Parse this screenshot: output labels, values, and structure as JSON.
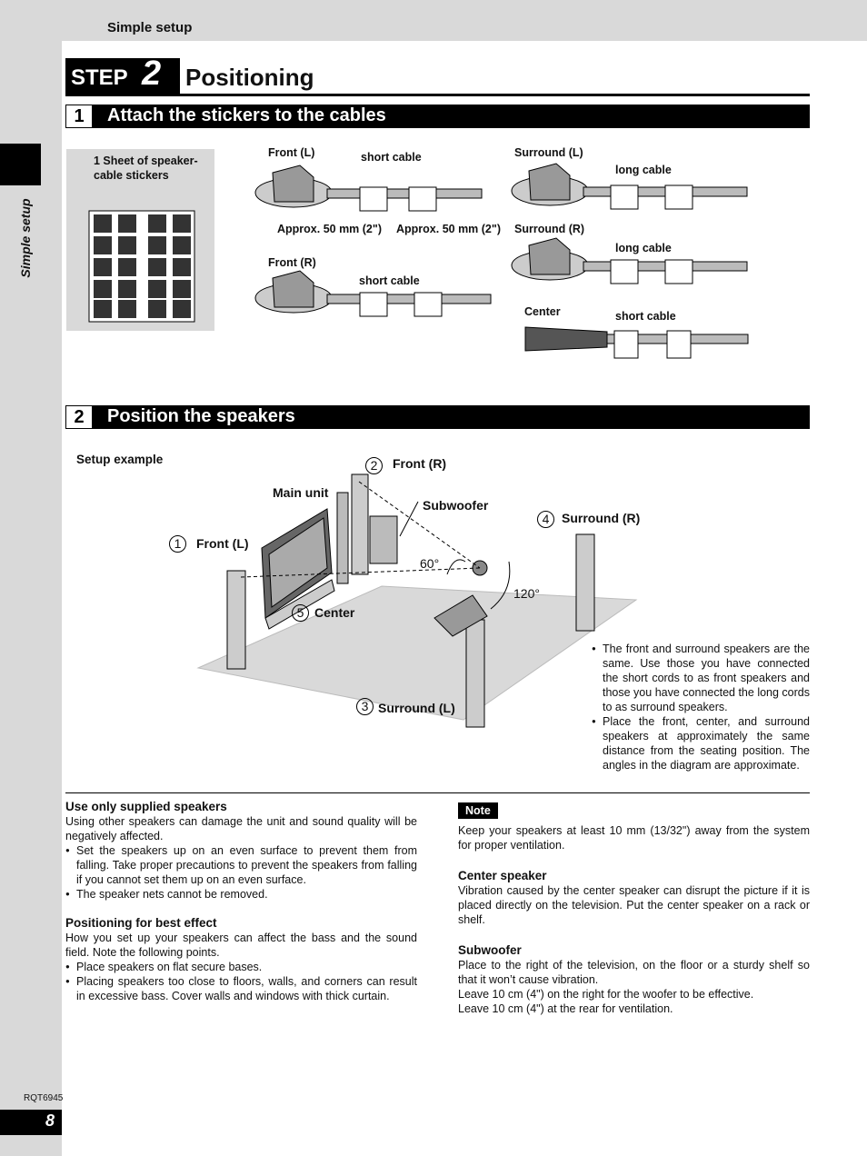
{
  "header": {
    "section_label": "Simple setup",
    "side_tab_label": "Simple setup"
  },
  "step": {
    "word": "STEP",
    "number": "2",
    "title": "Positioning"
  },
  "section1": {
    "number": "1",
    "title": "Attach the stickers to the cables",
    "sticker_sheet_label": "1 Sheet of speaker-cable stickers",
    "labels": {
      "front_l": "Front (L)",
      "front_r": "Front (R)",
      "surround_l": "Surround (L)",
      "surround_r": "Surround (R)",
      "center": "Center",
      "short_cable": "short cable",
      "long_cable": "long cable",
      "approx": "Approx. 50 mm (2\")"
    }
  },
  "section2": {
    "number": "2",
    "title": "Position the speakers",
    "setup_example": "Setup example",
    "main_unit": "Main unit",
    "subwoofer": "Subwoofer",
    "angle_60": "60°",
    "angle_120": "120°",
    "speakers": [
      {
        "num": "1",
        "label": "Front (L)"
      },
      {
        "num": "2",
        "label": "Front (R)"
      },
      {
        "num": "3",
        "label": "Surround (L)"
      },
      {
        "num": "4",
        "label": "Surround (R)"
      },
      {
        "num": "5",
        "label": "Center"
      }
    ],
    "notes": [
      "The front and surround speakers are the same. Use those you have connected the short cords to as front speakers and those you have connected the long cords to as surround speakers.",
      "Place the front, center, and surround speakers at approximately the same distance from the seating position. The angles in the diagram are approximate."
    ]
  },
  "left_col": {
    "h1": "Use only supplied speakers",
    "p1": "Using other speakers can damage the unit and sound quality will be negatively affected.",
    "b1": "Set the speakers up on an even surface to prevent them from falling. Take proper precautions to prevent the speakers from falling if you cannot set them up on an even surface.",
    "b2": "The speaker nets cannot be removed.",
    "h2": "Positioning for best effect",
    "p2": "How you set up your speakers can affect the bass and the sound field. Note the following points.",
    "b3": "Place speakers on flat secure bases.",
    "b4": "Placing speakers too close to floors, walls, and corners can result in excessive bass. Cover walls and windows with thick curtain."
  },
  "right_col": {
    "note_badge": "Note",
    "p1": "Keep your speakers at least 10 mm (13/32\") away from the system for proper ventilation.",
    "h1": "Center speaker",
    "p2": "Vibration caused by the center speaker can disrupt the picture if it is placed directly on the television. Put the center speaker on a rack or shelf.",
    "h2": "Subwoofer",
    "p3": "Place to the right of the television, on the floor or a sturdy shelf so that it won’t cause vibration.",
    "p4": "Leave 10 cm (4\") on the right for the woofer to be effective.",
    "p5": "Leave 10 cm (4\") at the rear for ventilation."
  },
  "footer": {
    "code": "RQT6945",
    "page": "8"
  }
}
